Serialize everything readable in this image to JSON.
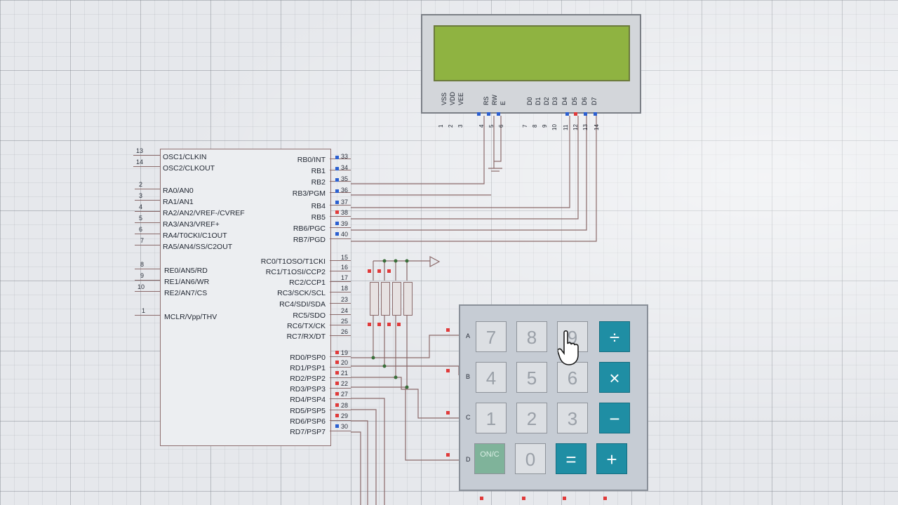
{
  "mcu": {
    "left_pins": [
      {
        "num": "13",
        "label": "OSC1/CLKIN"
      },
      {
        "num": "14",
        "label": "OSC2/CLKOUT"
      },
      {
        "num": "2",
        "label": "RA0/AN0"
      },
      {
        "num": "3",
        "label": "RA1/AN1"
      },
      {
        "num": "4",
        "label": "RA2/AN2/VREF-/CVREF"
      },
      {
        "num": "5",
        "label": "RA3/AN3/VREF+"
      },
      {
        "num": "6",
        "label": "RA4/T0CKI/C1OUT"
      },
      {
        "num": "7",
        "label": "RA5/AN4/SS/C2OUT"
      },
      {
        "num": "8",
        "label": "RE0/AN5/RD"
      },
      {
        "num": "9",
        "label": "RE1/AN6/WR"
      },
      {
        "num": "10",
        "label": "RE2/AN7/CS"
      },
      {
        "num": "1",
        "label": "MCLR/Vpp/THV"
      }
    ],
    "right_pins": [
      {
        "num": "33",
        "label": "RB0/INT"
      },
      {
        "num": "34",
        "label": "RB1"
      },
      {
        "num": "35",
        "label": "RB2"
      },
      {
        "num": "36",
        "label": "RB3/PGM"
      },
      {
        "num": "37",
        "label": "RB4"
      },
      {
        "num": "38",
        "label": "RB5"
      },
      {
        "num": "39",
        "label": "RB6/PGC"
      },
      {
        "num": "40",
        "label": "RB7/PGD"
      },
      {
        "num": "15",
        "label": "RC0/T1OSO/T1CKI"
      },
      {
        "num": "16",
        "label": "RC1/T1OSI/CCP2"
      },
      {
        "num": "17",
        "label": "RC2/CCP1"
      },
      {
        "num": "18",
        "label": "RC3/SCK/SCL"
      },
      {
        "num": "23",
        "label": "RC4/SDI/SDA"
      },
      {
        "num": "24",
        "label": "RC5/SDO"
      },
      {
        "num": "25",
        "label": "RC6/TX/CK"
      },
      {
        "num": "26",
        "label": "RC7/RX/DT"
      },
      {
        "num": "19",
        "label": "RD0/PSP0"
      },
      {
        "num": "20",
        "label": "RD1/PSP1"
      },
      {
        "num": "21",
        "label": "RD2/PSP2"
      },
      {
        "num": "22",
        "label": "RD3/PSP3"
      },
      {
        "num": "27",
        "label": "RD4/PSP4"
      },
      {
        "num": "28",
        "label": "RD5/PSP5"
      },
      {
        "num": "29",
        "label": "RD6/PSP6"
      },
      {
        "num": "30",
        "label": "RD7/PSP7"
      }
    ]
  },
  "lcd": {
    "pins": [
      {
        "label": "VSS",
        "num": "1"
      },
      {
        "label": "VDD",
        "num": "2"
      },
      {
        "label": "VEE",
        "num": "3"
      },
      {
        "label": "RS",
        "num": "4"
      },
      {
        "label": "RW",
        "num": "5"
      },
      {
        "label": "E",
        "num": "6"
      },
      {
        "label": "D0",
        "num": "7"
      },
      {
        "label": "D1",
        "num": "8"
      },
      {
        "label": "D2",
        "num": "9"
      },
      {
        "label": "D3",
        "num": "10"
      },
      {
        "label": "D4",
        "num": "11"
      },
      {
        "label": "D5",
        "num": "12"
      },
      {
        "label": "D6",
        "num": "13"
      },
      {
        "label": "D7",
        "num": "14"
      }
    ]
  },
  "keypad": {
    "row_labels": [
      "A",
      "B",
      "C",
      "D"
    ],
    "keys": [
      [
        "7",
        "8",
        "9",
        "÷"
      ],
      [
        "4",
        "5",
        "6",
        "×"
      ],
      [
        "1",
        "2",
        "3",
        "−"
      ],
      [
        "ON/C",
        "0",
        "=",
        "+"
      ]
    ]
  },
  "colors": {
    "lcd_screen": "#8fb341",
    "keypad_operator": "#1f8ea4",
    "wire": "#8b6a6a",
    "pin_red": "#e03a3a",
    "pin_blue": "#2b5fd0"
  }
}
